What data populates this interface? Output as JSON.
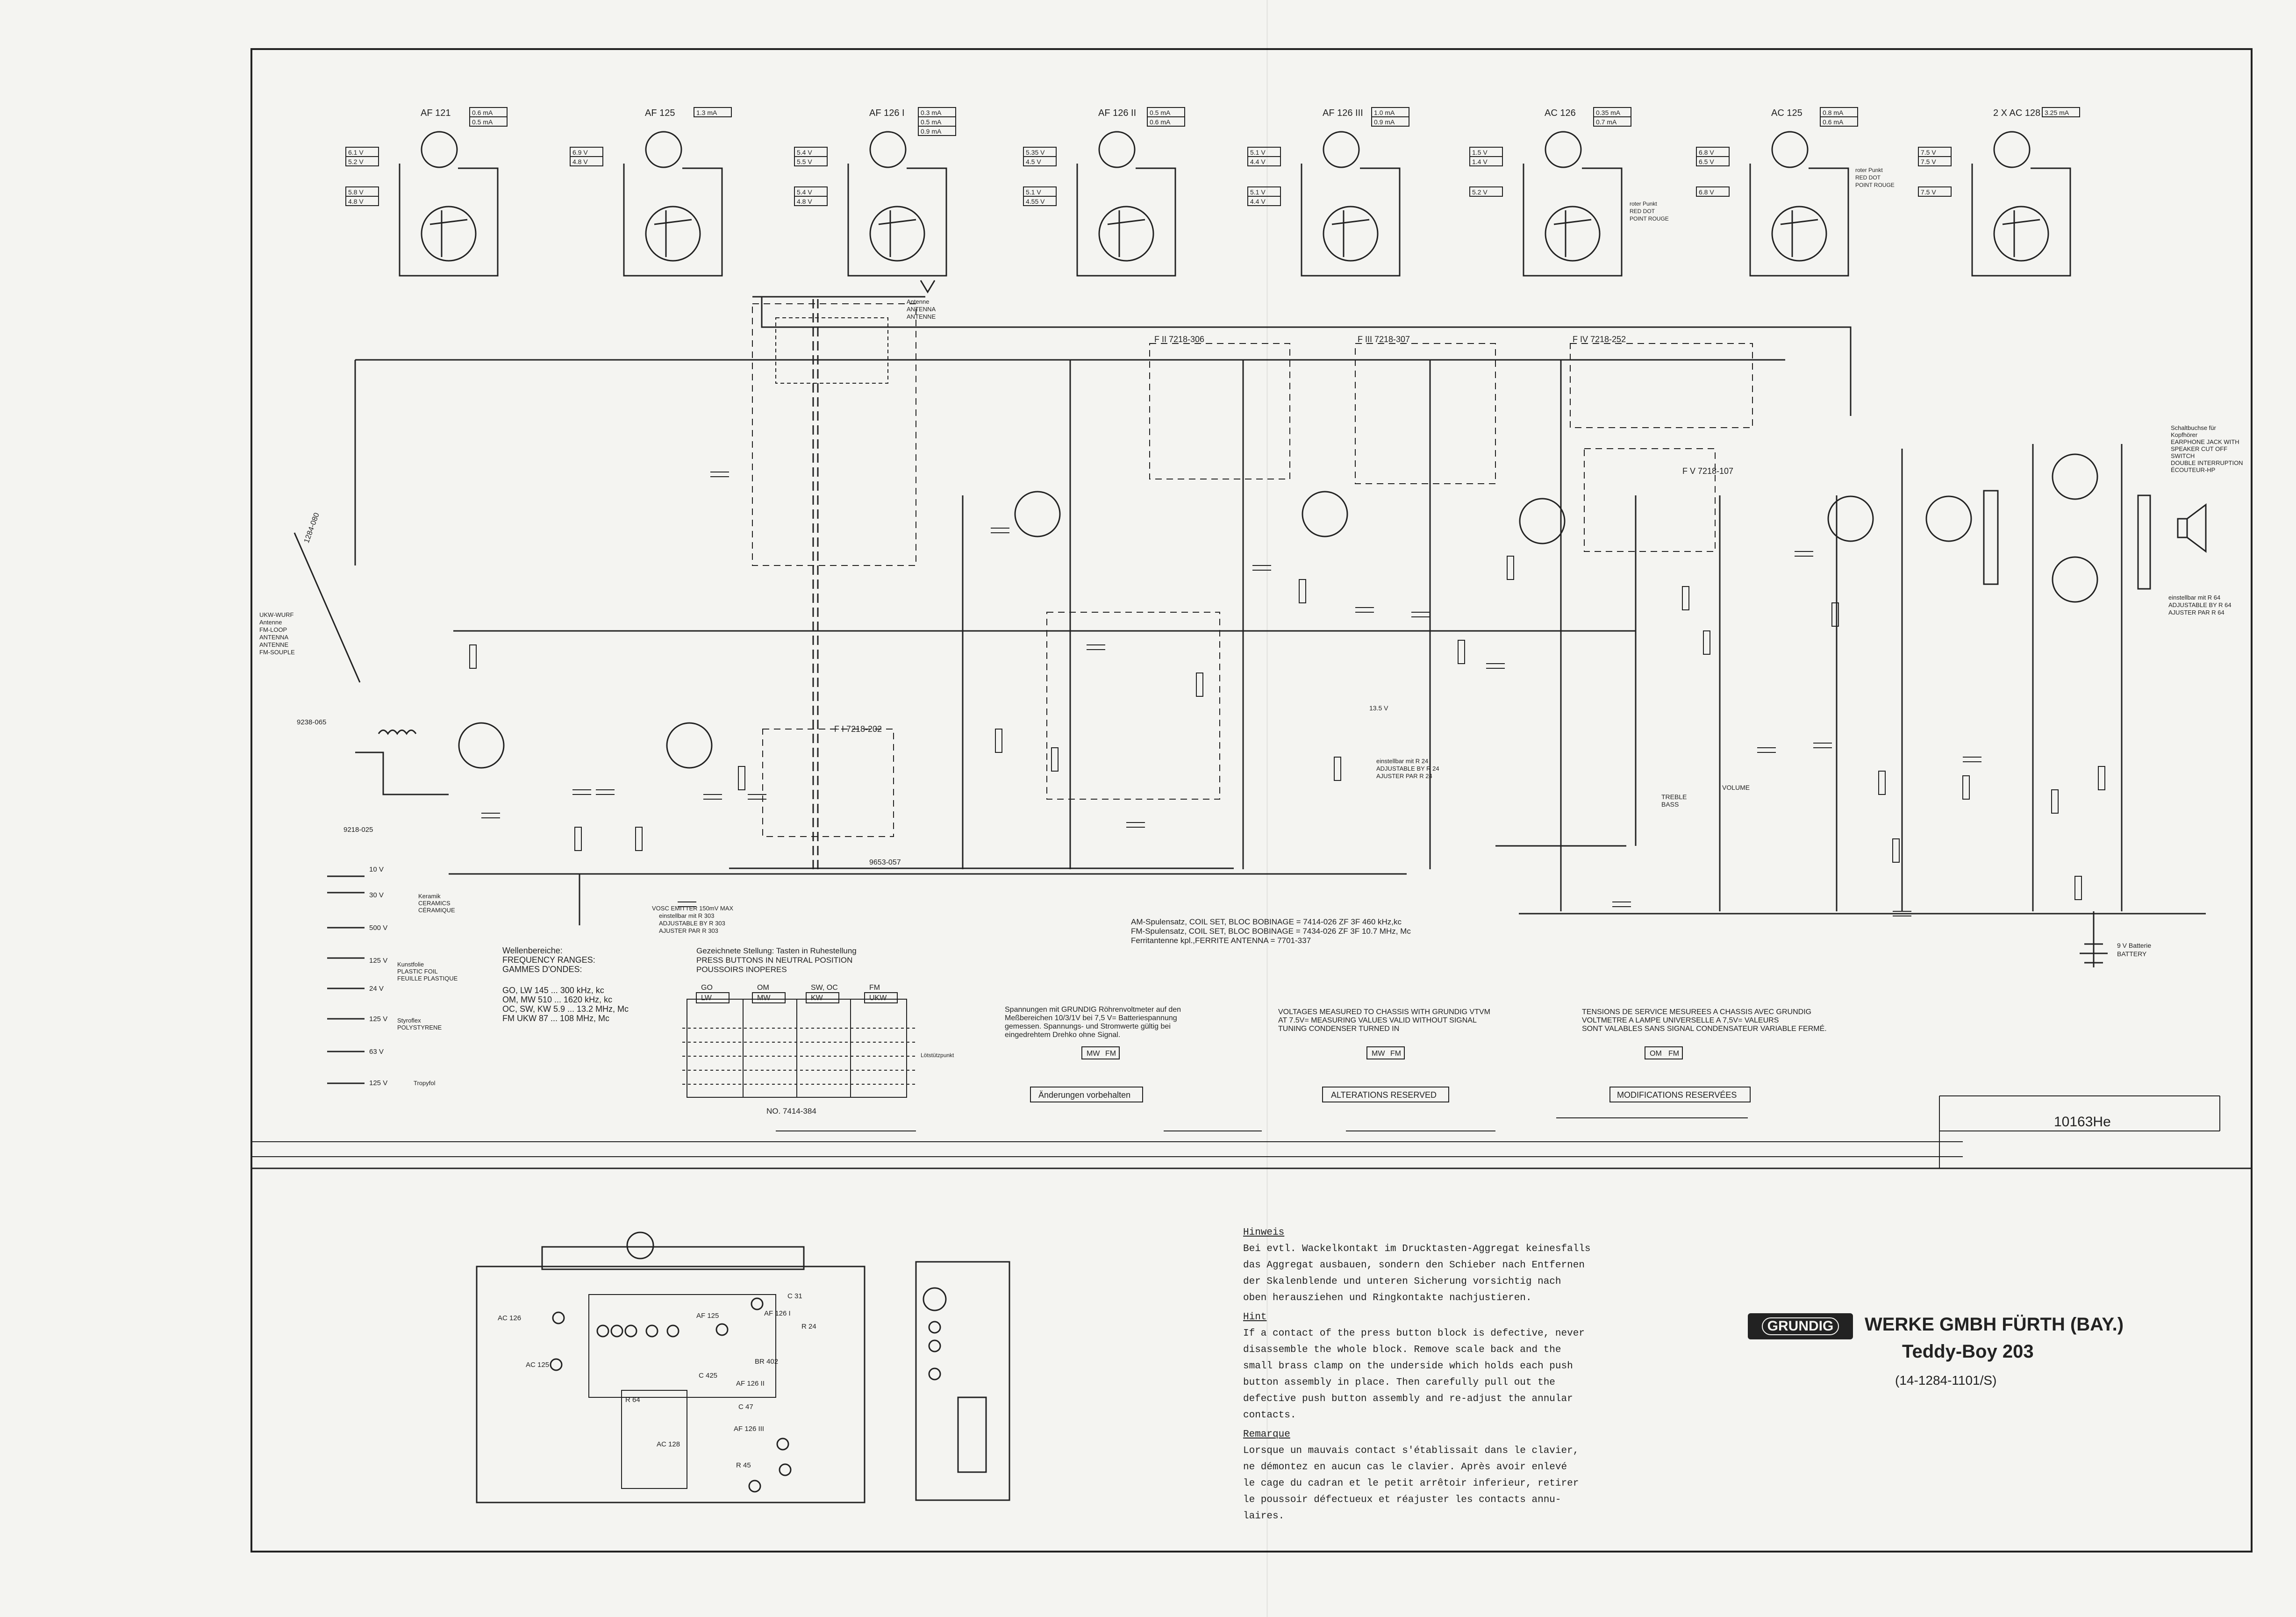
{
  "transistors": [
    {
      "name": "AF 121",
      "currents": [
        "0.6 mA",
        "0.5 mA"
      ],
      "voltages": [
        "6.1 V",
        "5.2 V",
        "5.8 V",
        "4.8 V"
      ]
    },
    {
      "name": "AF 125",
      "currents": [
        "1.3 mA"
      ],
      "voltages": [
        "6.9 V",
        "4.8 V"
      ]
    },
    {
      "name": "AF 126 I",
      "currents": [
        "0.3 mA",
        "0.5 mA",
        "0.9 mA"
      ],
      "voltages": [
        "5.4 V",
        "5.5 V",
        "5.4 V",
        "4.8 V"
      ]
    },
    {
      "name": "AF 126 II",
      "currents": [
        "0.5 mA",
        "0.6 mA"
      ],
      "voltages": [
        "5.35 V",
        "4.5 V",
        "5.1 V",
        "4.55 V"
      ]
    },
    {
      "name": "AF 126 III",
      "currents": [
        "1.0 mA",
        "0.9 mA"
      ],
      "voltages": [
        "5.1 V",
        "4.4 V",
        "5.1 V",
        "4.4 V"
      ]
    },
    {
      "name": "AC 126",
      "currents": [
        "0.35 mA",
        "0.7 mA"
      ],
      "voltages": [
        "1.5 V",
        "1.4 V",
        "5.2 V"
      ]
    },
    {
      "name": "AC 125",
      "currents": [
        "0.8 mA",
        "0.6 mA"
      ],
      "voltages": [
        "6.8 V",
        "6.5 V",
        "6.8 V"
      ]
    },
    {
      "name": "2 X AC 128",
      "currents": [
        "3.25 mA"
      ],
      "voltages": [
        "7.5 V",
        "7.5 V",
        "7.5 V"
      ]
    }
  ],
  "red_dot_label": [
    "roter Punkt",
    "RED DOT",
    "POINT ROUGE"
  ],
  "labels": {
    "antenna": [
      "Antenne",
      "ANTENNA",
      "ANTENNE"
    ],
    "ukw_antenna": [
      "UKW-WURF",
      "Antenne",
      "FM-LOOP",
      "ANTENNA",
      "ANTENNE",
      "FM-SOUPLE"
    ],
    "ant_part": "1284-080",
    "coil_065": "9238-065",
    "coil_025": "9218-025",
    "fi1": "F I 7218-202",
    "fii": "F II 7218-306",
    "fiii": "F III 7218-307",
    "fiv": "F IV 7218-252",
    "fv": "F V 7218-107",
    "osc_emitter": [
      "VOSC EMITTER 150mV MAX",
      "einstellbar mit R 303",
      "ADJUSTABLE BY R 303",
      "AJUSTER PAR R 303"
    ],
    "adjust_r24": [
      "einstellbar mit R 24",
      "ADJUSTABLE BY R 24",
      "AJUSTER PAR R 24"
    ],
    "adjust_r64": [
      "einstellbar mit R 64",
      "ADJUSTABLE BY R 64",
      "AJUSTER PAR R 64"
    ],
    "speaker_jack": [
      "Schaltbuchse für",
      "Kopfhörer",
      "EARPHONE JACK WITH",
      "SPEAKER CUT OFF",
      "SWITCH",
      "DOUBLE INTERRUPTION",
      "ÉCOUTEUR-HP"
    ],
    "battery": [
      "9 V Batterie",
      "BATTERY"
    ],
    "volume": "VOLUME",
    "treble": [
      "TREBLE",
      "BASS"
    ],
    "v135": "13.5 V",
    "part_9653": "9653-057",
    "stufe": "2 X AC 128"
  },
  "legend": {
    "ceramics": [
      "Keramik",
      "CERAMICS",
      "CÉRAMIQUE"
    ],
    "plastic": [
      "Kunstfolie",
      "PLASTIC FOIL",
      "FEUILLE PLASTIQUE"
    ],
    "styroflex": [
      "Styroflex",
      "POLYSTYRENE"
    ],
    "tropyfol": "Tropyfol",
    "values": [
      "10 V",
      "30 V",
      "500 V",
      "125 V",
      "24 V",
      "125 V",
      "63 V",
      "125 V"
    ]
  },
  "ranges": {
    "title": [
      "Wellenbereiche:",
      "FREQUENCY RANGES:",
      "GAMMES D'ONDES:"
    ],
    "rows": [
      "GO, LW 145 ... 300 kHz, kc",
      "OM, MW 510 ... 1620 kHz, kc",
      "OC, SW, KW 5.9 ... 13.2 MHz, Mc",
      "FM UKW 87 ... 108 MHz, Mc"
    ]
  },
  "switch_caption": [
    "Gezeichnete Stellung: Tasten in Ruhestellung",
    "PRESS BUTTONS IN NEUTRAL POSITION",
    "POUSSOIRS INOPERES"
  ],
  "switch_groups": [
    {
      "top": "GO",
      "bot": "LW"
    },
    {
      "top": "OM",
      "bot": "MW"
    },
    {
      "top": "SW, OC",
      "bot": "KW"
    },
    {
      "top": "FM",
      "bot": "UKW"
    }
  ],
  "switch_no": "NO. 7414-384",
  "contact_label": "Lötstützpunkt",
  "coil_sets": [
    "AM-Spulensatz, COIL SET, BLOC BOBINAGE = 7414-026 ZF 3F 460 kHz,kc",
    "FM-Spulensatz, COIL SET, BLOC BOBINAGE = 7434-026 ZF 3F 10.7 MHz, Mc",
    "Ferritantenne kpl.,FERRITE ANTENNA = 7701-337"
  ],
  "voltage_notes": {
    "de": [
      "Spannungen mit GRUNDIG Röhrenvoltmeter auf den",
      "Meßbereichen 10/3/1V bei 7,5 V= Batteriespannung",
      "gemessen. Spannungs- und Stromwerte gültig bei",
      "eingedrehtem Drehko ohne Signal."
    ],
    "en": [
      "VOLTAGES MEASURED TO CHASSIS WITH GRUNDIG VTVM",
      "AT 7.5V= MEASURING VALUES VALID WITHOUT SIGNAL",
      "TUNING CONDENSER TURNED IN"
    ],
    "fr": [
      "TENSIONS DE SERVICE MESUREES A CHASSIS AVEC GRUNDIG",
      "VOLTMETRE A LAMPE UNIVERSELLE A 7,5V= VALEURS",
      "SONT VALABLES SANS SIGNAL CONDENSATEUR VARIABLE FERMÉ."
    ],
    "tags": [
      "MW",
      "FM",
      "MW",
      "FM",
      "OM",
      "FM"
    ]
  },
  "reserved": [
    "Änderungen vorbehalten",
    "ALTERATIONS RESERVED",
    "MODIFICATIONS RESERVÉES"
  ],
  "ref_code": "10163He",
  "layout_labels": [
    "AC 126",
    "AC 125",
    "AC 128",
    "AF 126 I",
    "AF 126 II",
    "AF 126 III",
    "AF 125",
    "C 31",
    "R 24",
    "C 425",
    "R 64",
    "C 47",
    "R 45",
    "BR 402"
  ],
  "notes": {
    "de_title": "Hinweis",
    "de": [
      "Bei evtl. Wackelkontakt im Drucktasten-Aggregat keinesfalls",
      "das Aggregat ausbauen, sondern den Schieber nach Entfernen",
      "der Skalenblende und unteren Sicherung vorsichtig nach",
      "oben herausziehen und Ringkontakte nachjustieren."
    ],
    "en_title": "Hint",
    "en": [
      "If a contact of the press button block is defective, never",
      "disassemble the whole block. Remove scale back and the",
      "small brass clamp on the underside which holds each push",
      "button assembly in place. Then carefully pull out the",
      "defective push button assembly and re-adjust the annular",
      "contacts."
    ],
    "fr_title": "Remarque",
    "fr": [
      "Lorsque un mauvais contact s'établissait dans le clavier,",
      "ne démontez en aucun cas le clavier. Après avoir enlevé",
      "le cage du cadran et le petit arrêtoir inferieur, retirer",
      "le poussoir défectueux et réajuster les contacts annu-",
      "laires."
    ]
  },
  "brand": {
    "logo": "GRUNDIG",
    "maker": "WERKE GMBH FÜRTH (BAY.)",
    "model": "Teddy-Boy 203",
    "part": "(14-1284-1101/S)"
  }
}
